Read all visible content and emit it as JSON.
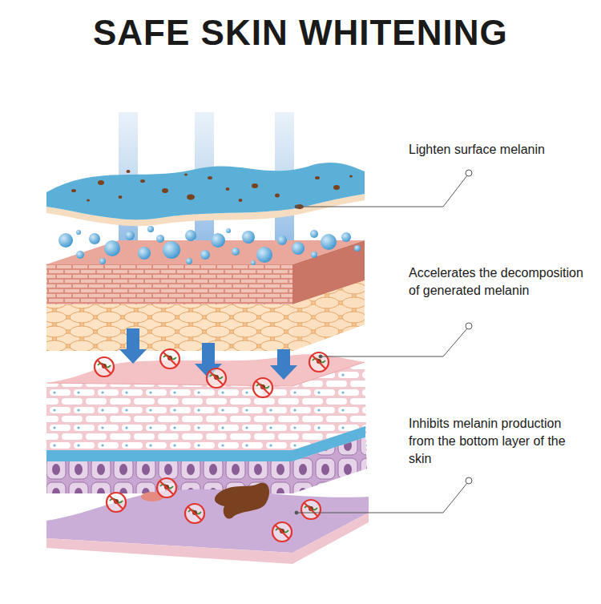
{
  "diagram": {
    "title": "SAFE SKIN WHITENING",
    "labels": [
      "Lighten surface melanin",
      "Accelerates the decomposition of generated melanin",
      "Inhibits melanin production from the bottom layer of the skin"
    ]
  }
}
